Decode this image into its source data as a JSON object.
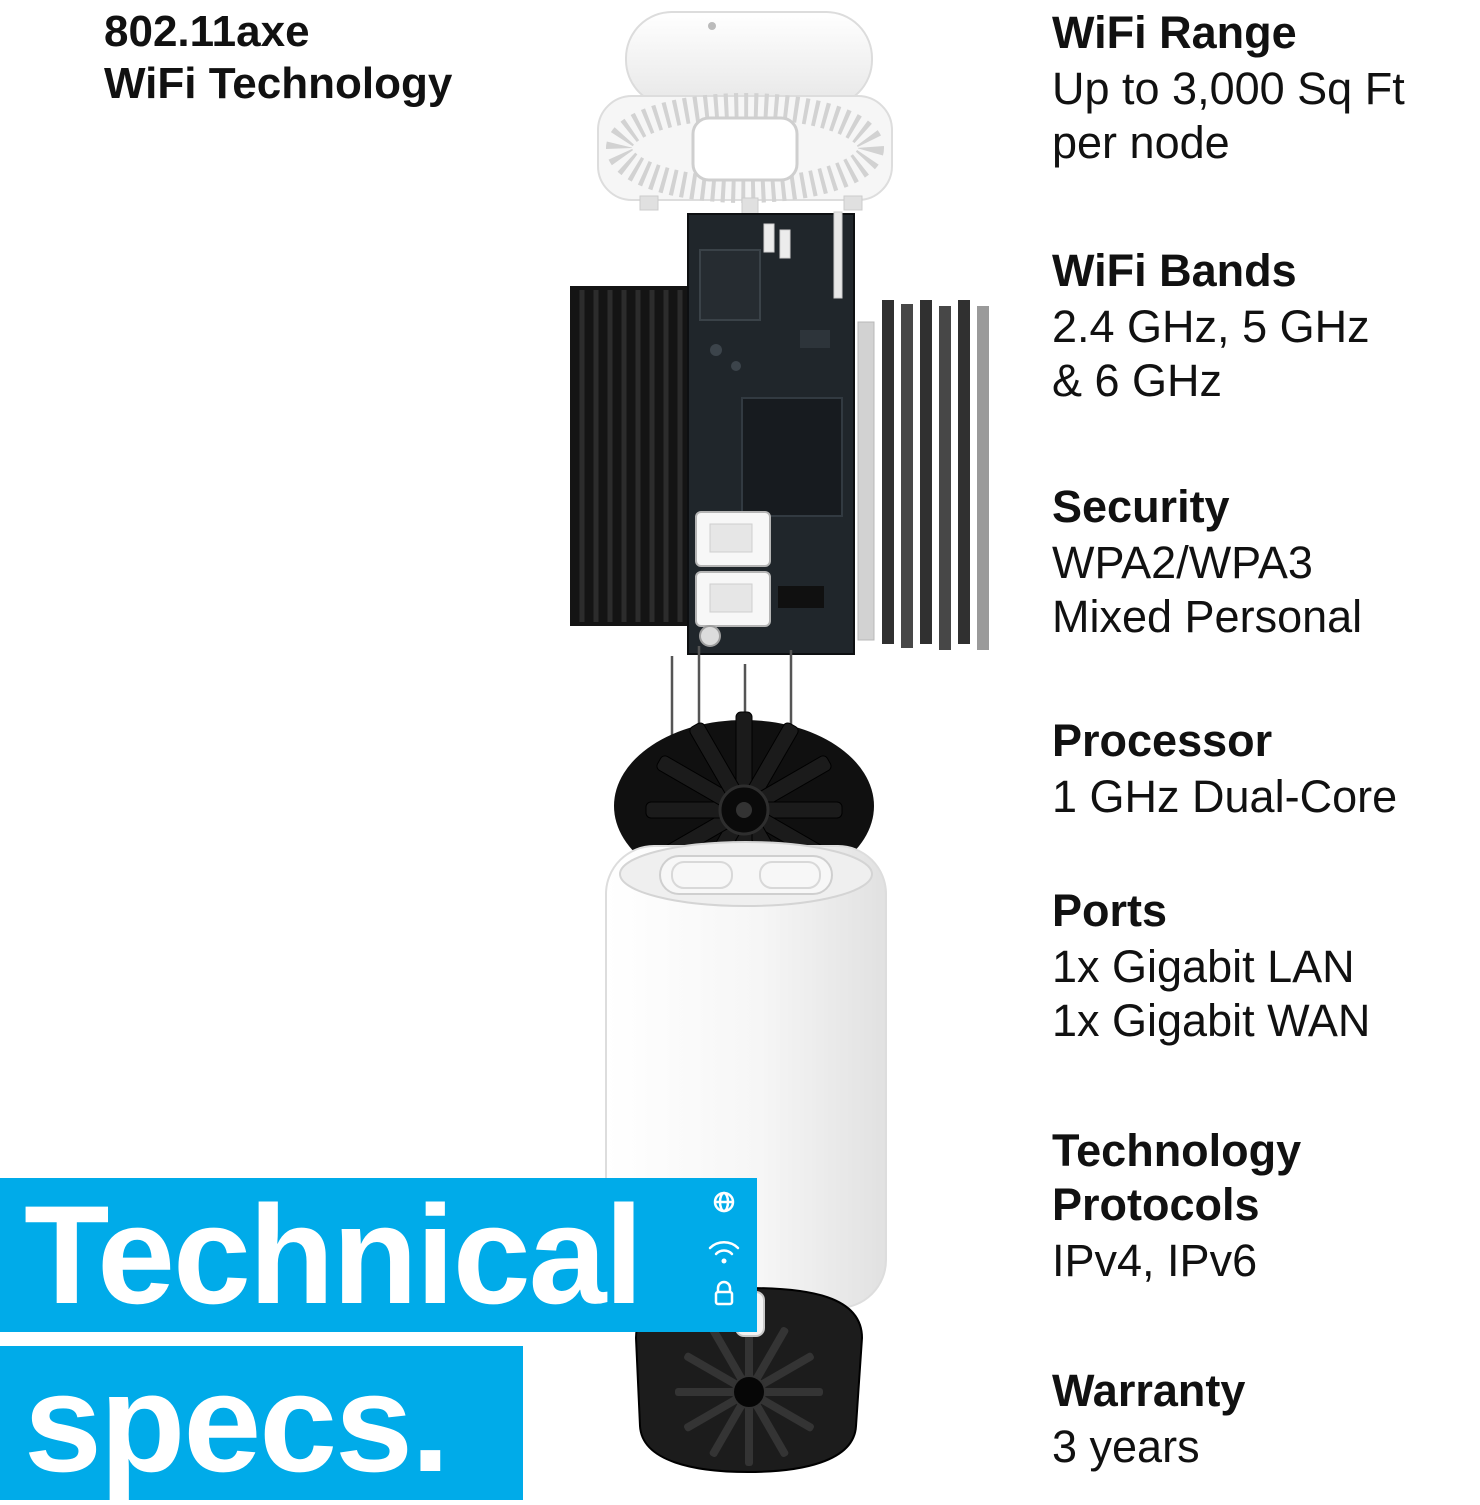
{
  "page": {
    "background": "#ffffff",
    "accent_blue": "#00abe9",
    "text_color": "#111111"
  },
  "header": {
    "text": "802.11axe\nWiFi Technology"
  },
  "specs": [
    {
      "title": "WiFi Range",
      "text": "Up to 3,000 Sq Ft\nper node"
    },
    {
      "title": "WiFi Bands",
      "text": "2.4 GHz, 5 GHz\n& 6 GHz"
    },
    {
      "title": "Security",
      "text": "WPA2/WPA3\nMixed Personal"
    },
    {
      "title": "Processor",
      "text": "1 GHz Dual-Core"
    },
    {
      "title": "Ports",
      "text": "1x Gigabit LAN\n1x Gigabit WAN"
    },
    {
      "title": "Technology\nProtocols",
      "text": "IPv4, IPv6"
    },
    {
      "title": "Warranty",
      "text": "3 years"
    }
  ],
  "banner": {
    "line1": "Technical",
    "line2": "specs."
  },
  "device": {
    "description": "exploded-view-mesh-wifi-router",
    "parts": [
      "top-cap",
      "vent-collar",
      "circuit-board",
      "heatsink-left",
      "heatsink-right",
      "ethernet-ports",
      "antenna-needles",
      "fan-heatsink",
      "tower-body",
      "base-stand",
      "led-indicators"
    ]
  }
}
